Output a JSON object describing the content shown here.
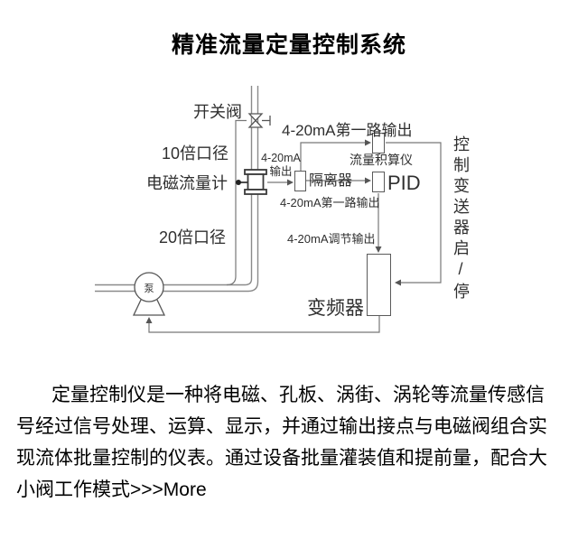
{
  "title": "精准流量定量控制系统",
  "colors": {
    "background": "#ffffff",
    "diagram_line": "#8a8a8a",
    "box_border": "#5a5a5a",
    "symbol_dark": "#3a3a3a",
    "label_text": "#2f2f2f",
    "body_text": "#000000"
  },
  "diagram": {
    "valve_label": "开关阀",
    "pipe_upstream_label": "10倍口径",
    "flowmeter_label": "电磁流量计",
    "pipe_downstream_label": "20倍口径",
    "flowmeter_output_line1": "4-20mA",
    "flowmeter_output_line2": "输出",
    "isolator_label": "隔离器",
    "first_channel_output_top": "4-20mA第一路输出",
    "totalizer_label": "流量积算仪",
    "pid_label": "PID",
    "first_channel_output_small": "4-20mA第一路输出",
    "regulating_output_label": "4-20mA调节输出",
    "inverter_label": "变频器",
    "pump_label": "泵",
    "right_vertical_label": "控制变送器启/停"
  },
  "paragraph": {
    "lines": [
      "定量控制仪是一种将电磁、孔板、涡街、涡轮等流量传感信",
      "号经过信号处理、运算、显示，并通过输出接点与电磁阀组合实",
      "现流体批量控制的仪表。通过设备批量灌装值和提前量，配合大",
      "小阀工作模式"
    ],
    "more_link": ">>>More"
  }
}
